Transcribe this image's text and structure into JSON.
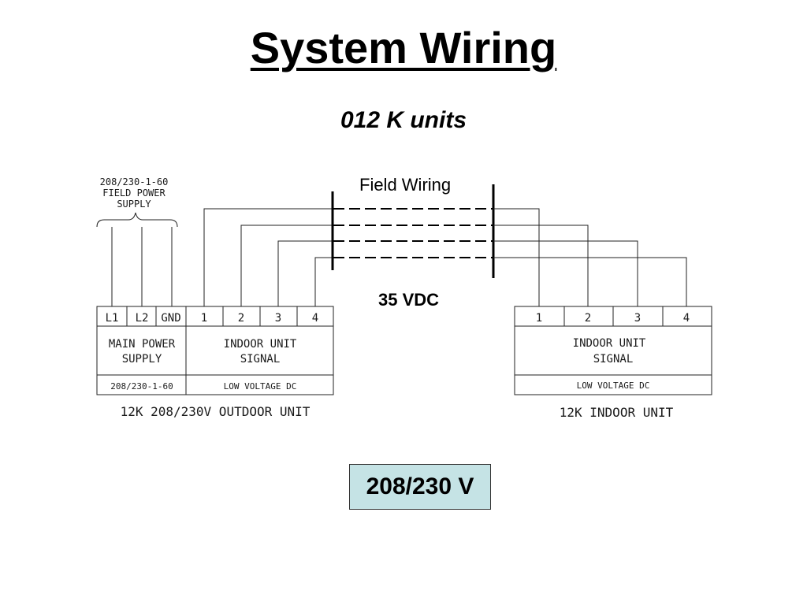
{
  "title": "System Wiring",
  "subtitle": "012 K units",
  "field_wiring_label": "Field Wiring",
  "dc_voltage_label": "35 VDC",
  "line_voltage_label": "208/230 V",
  "field_power_supply": {
    "line1": "208/230-1-60",
    "line2": "FIELD POWER",
    "line3": "SUPPLY"
  },
  "outdoor_unit": {
    "terminals": [
      "L1",
      "L2",
      "GND",
      "1",
      "2",
      "3",
      "4"
    ],
    "main_power_line1": "MAIN POWER",
    "main_power_line2": "SUPPLY",
    "signal_line1": "INDOOR UNIT",
    "signal_line2": "SIGNAL",
    "power_rating": "208/230-1-60",
    "low_voltage": "LOW VOLTAGE DC",
    "name": "12K 208/230V OUTDOOR UNIT"
  },
  "indoor_unit": {
    "terminals": [
      "1",
      "2",
      "3",
      "4"
    ],
    "signal_line1": "INDOOR UNIT",
    "signal_line2": "SIGNAL",
    "low_voltage": "LOW VOLTAGE DC",
    "name": "12K INDOOR UNIT"
  }
}
